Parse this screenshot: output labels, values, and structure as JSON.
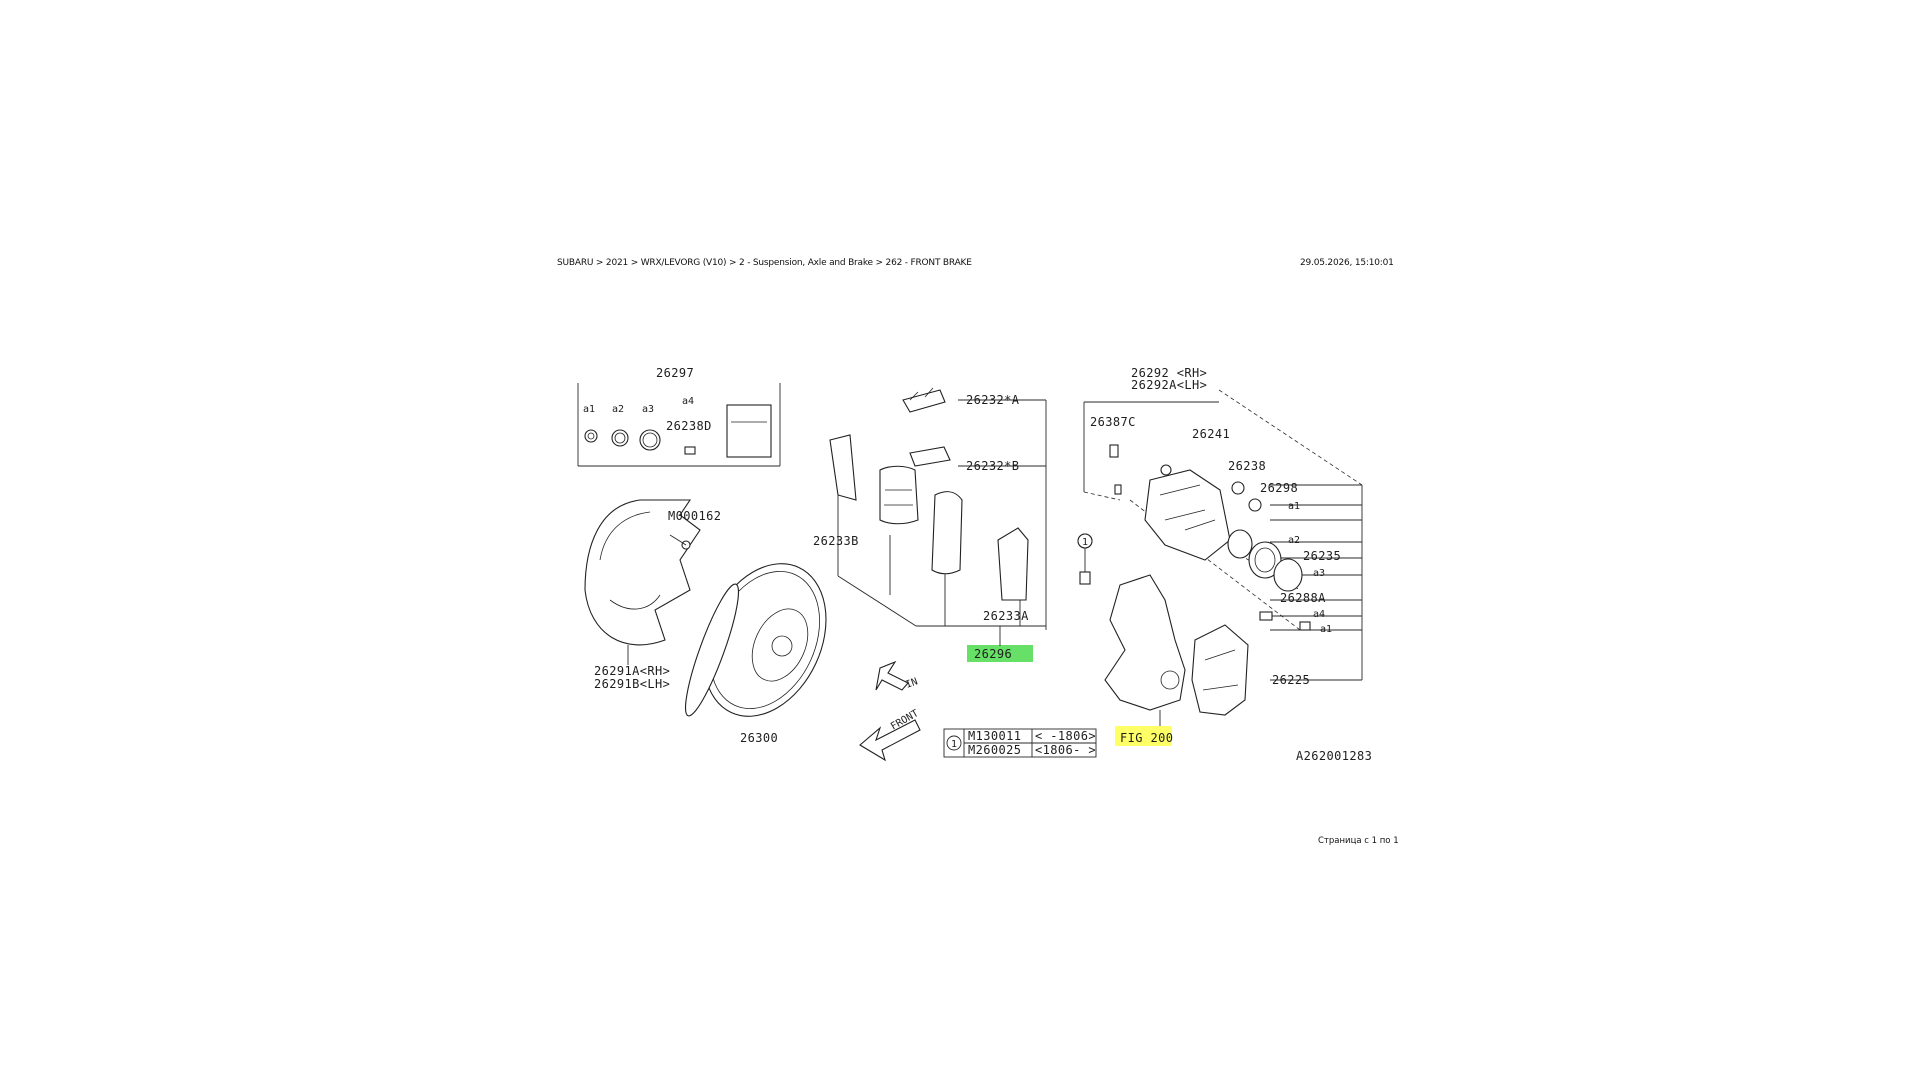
{
  "header": {
    "breadcrumb": "SUBARU > 2021 > WRX/LEVORG (V10) > 2 - Suspension, Axle and Brake > 262 - FRONT BRAKE",
    "timestamp": "29.05.2026, 15:10:01"
  },
  "footer": {
    "page_info": "Страница с 1 по 1"
  },
  "diagram": {
    "labels": {
      "kit": "26297",
      "kit_a1": "a1",
      "kit_a2": "a2",
      "kit_a3": "a3",
      "kit_a4": "a4",
      "kit_part": "26238D",
      "bolt": "M000162",
      "shield1": "26291A<RH>",
      "shield2": "26291B<LH>",
      "rotor": "26300",
      "shim": "26233B",
      "clip_a": "26232*A",
      "clip_b": "26232*B",
      "pad": "26233A",
      "pad_kit": "26296",
      "caliper_rh": "26292 <RH>",
      "caliper_lh": "26292A<LH>",
      "c387": "26387C",
      "c241": "26241",
      "c238": "26238",
      "c298": "26298",
      "a1_top": "a1",
      "a2": "a2",
      "c235": "26235",
      "a3": "a3",
      "c288a": "26288A",
      "a4": "a4",
      "a1_bot": "a1",
      "bracket": "26225",
      "fig": "FIG 200",
      "in": "IN",
      "front": "FRONT",
      "code": "A262001283",
      "note_marker": "1",
      "model_1": "M130011",
      "range_1": "<  -1806>",
      "model_2": "M260025",
      "range_2": "<1806-  >"
    },
    "highlights": {
      "pad_kit": "#66e066",
      "fig": "#ffff66"
    }
  }
}
